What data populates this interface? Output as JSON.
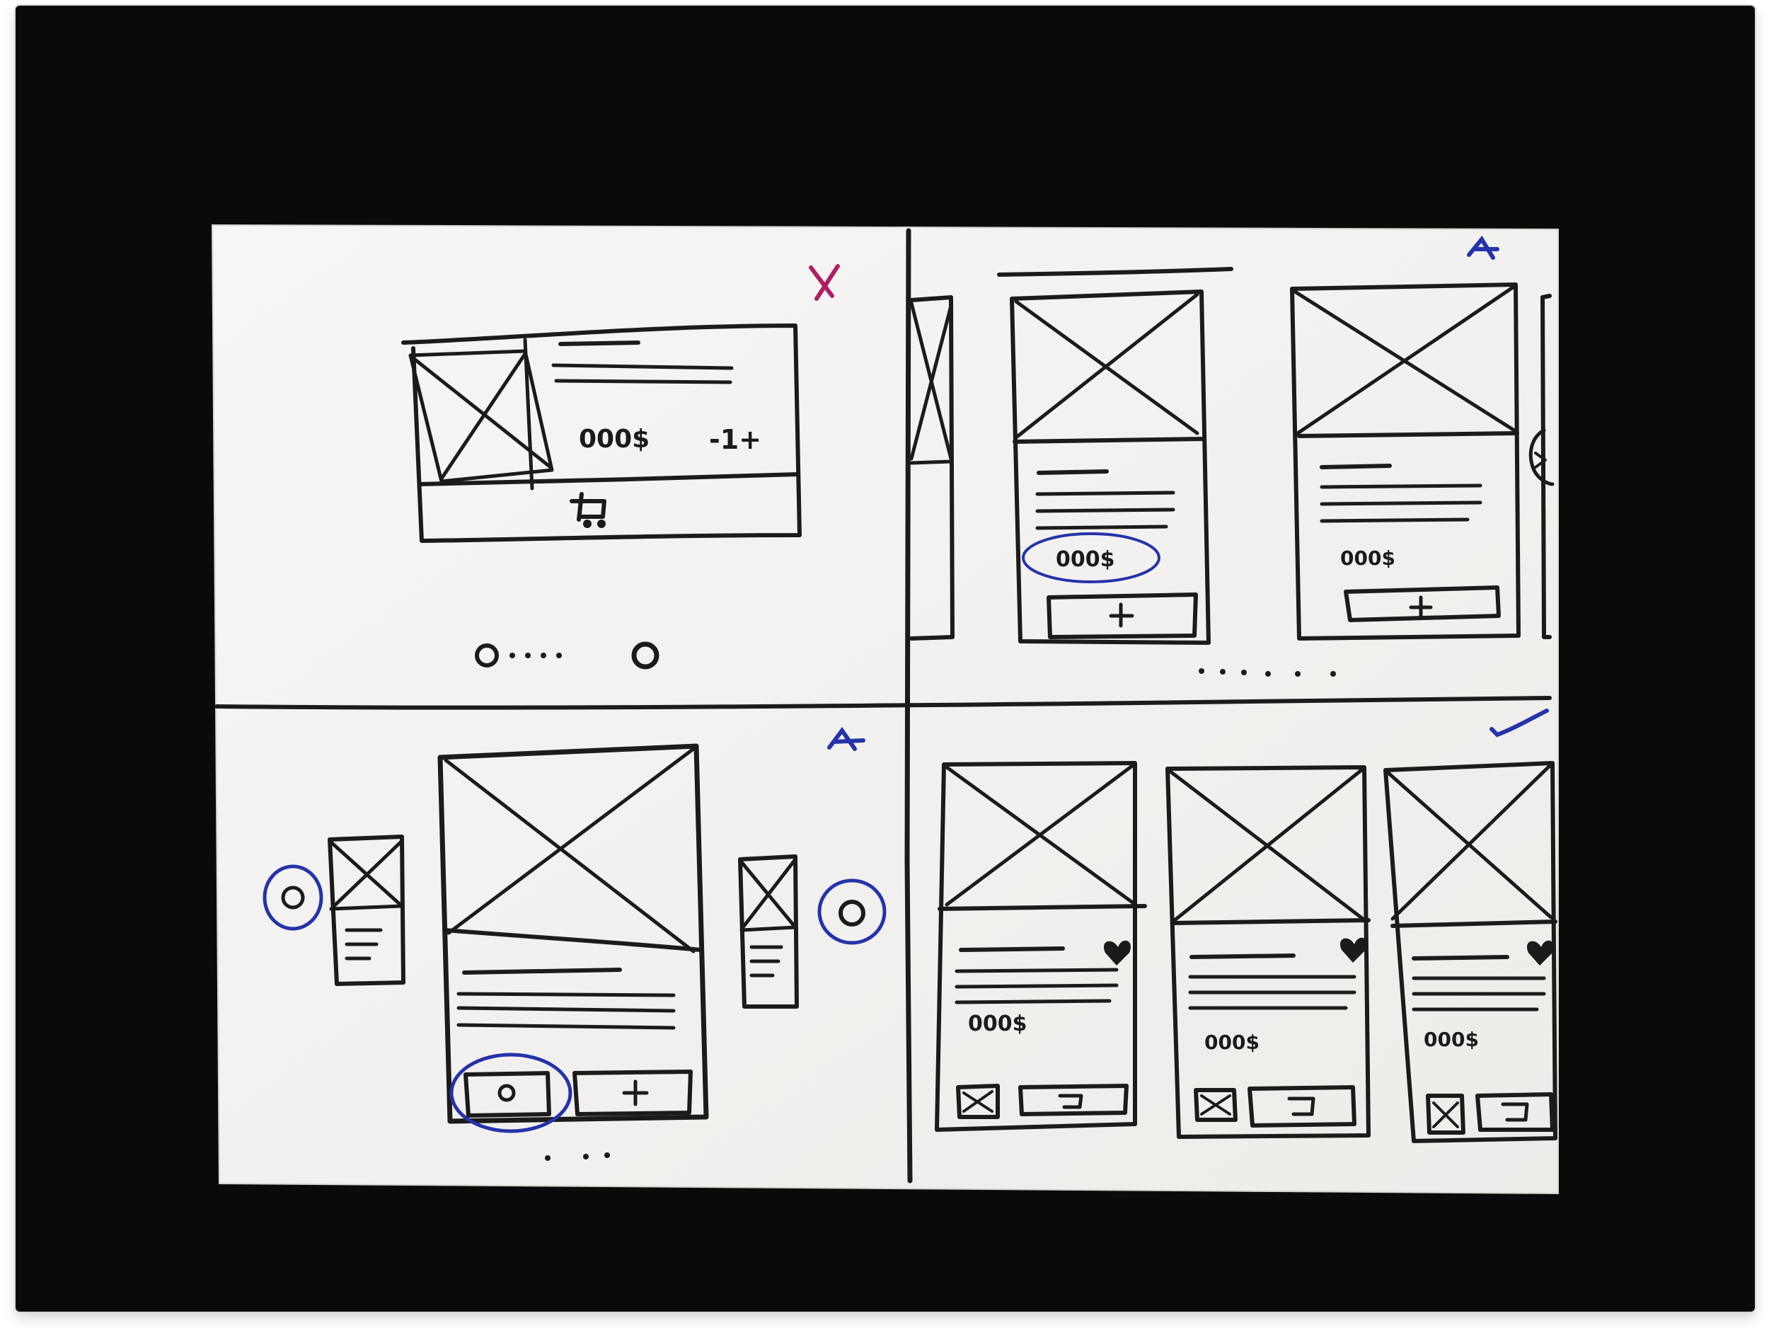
{
  "colors": {
    "background": "#0b0a0a",
    "paper": "#f4f3f1",
    "ink": "#1d1b1a",
    "reject_mark": "#b01e62",
    "approve_mark": "#2433a8"
  },
  "sketch": {
    "price_labels": [
      "000$",
      "000$",
      "000$",
      "000$",
      "000$",
      "000$"
    ],
    "quantity_stepper": "-1+",
    "marks": [
      "reject-x",
      "approve-check"
    ]
  }
}
